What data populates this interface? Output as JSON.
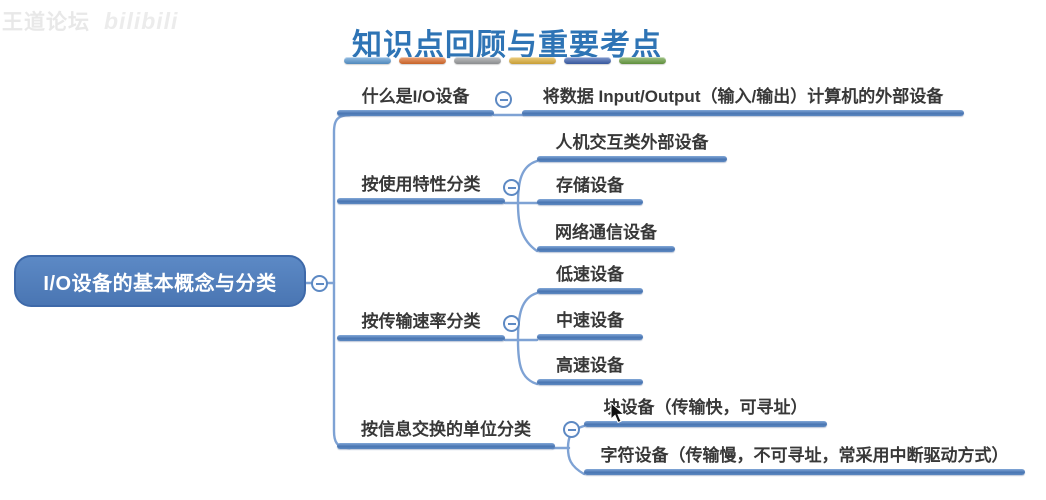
{
  "watermark": {
    "left_text": "王道论坛",
    "right_text": "bilibili"
  },
  "header": {
    "title": "知识点回顾与重要考点",
    "title_color": "#2E74B5",
    "accent_bars": [
      "#5B9BD5",
      "#E2702E",
      "#9EA0A2",
      "#E3B33C",
      "#3E63B2",
      "#6CA244"
    ]
  },
  "mindmap": {
    "collapse_icon": "minus-in-circle",
    "root": {
      "label": "I/O设备的基本概念与分类"
    },
    "branches": [
      {
        "label": "什么是I/O设备",
        "children": [
          {
            "label": "将数据 Input/Output（输入/输出）计算机的外部设备"
          }
        ]
      },
      {
        "label": "按使用特性分类",
        "children": [
          {
            "label": "人机交互类外部设备"
          },
          {
            "label": "存储设备"
          },
          {
            "label": "网络通信设备"
          }
        ]
      },
      {
        "label": "按传输速率分类",
        "children": [
          {
            "label": "低速设备"
          },
          {
            "label": "中速设备"
          },
          {
            "label": "高速设备"
          }
        ]
      },
      {
        "label": "按信息交换的单位分类",
        "children": [
          {
            "label": "块设备（传输快，可寻址）"
          },
          {
            "label": "字符设备（传输慢，不可寻址，常采用中断驱动方式）"
          }
        ]
      }
    ]
  },
  "colors": {
    "node_bar_blue": "#4A76B2",
    "connector_blue": "#7EA2D4",
    "root_fill": "#4A76B3",
    "root_border": "#3E69A9"
  }
}
